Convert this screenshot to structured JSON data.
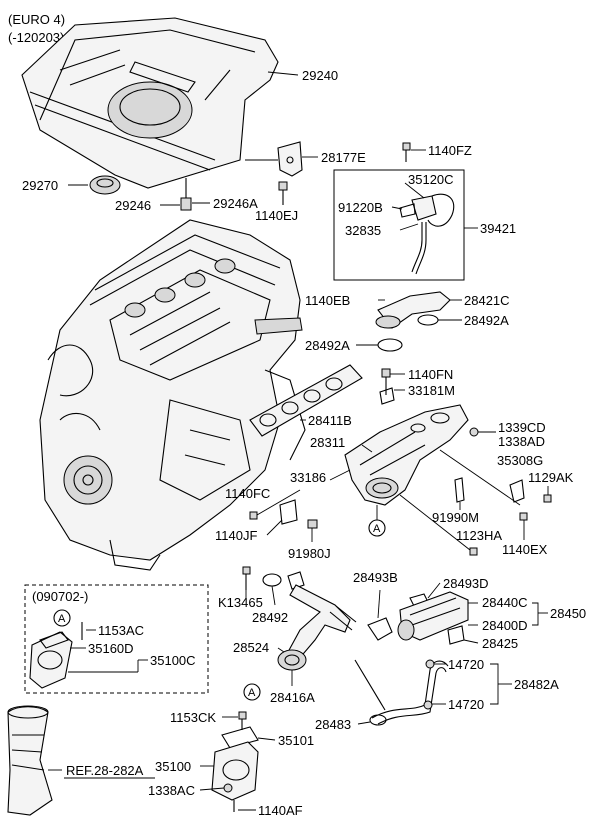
{
  "header": {
    "line1": "(EURO 4)",
    "line2": "(-120203)"
  },
  "inset": {
    "label": "(090702-)"
  },
  "circle_marker": "A",
  "labels": {
    "p29240": "29240",
    "p28177E": "28177E",
    "p1140FZ": "1140FZ",
    "p29270": "29270",
    "p29246": "29246",
    "p29246A": "29246A",
    "p1140EJ": "1140EJ",
    "p35120C": "35120C",
    "p91220B": "91220B",
    "p39421": "39421",
    "p32835": "32835",
    "p1140EB": "1140EB",
    "p28421C": "28421C",
    "p28492A_r": "28492A",
    "p28492A_l": "28492A",
    "p1140FN": "1140FN",
    "p33181M": "33181M",
    "p28411B": "28411B",
    "p1339CD": "1339CD",
    "p1338AD": "1338AD",
    "p28311": "28311",
    "p35308G": "35308G",
    "p33186": "33186",
    "p1129AK": "1129AK",
    "p1140FC": "1140FC",
    "p91990M": "91990M",
    "p1140JF": "1140JF",
    "p1123HA": "1123HA",
    "p1140EX": "1140EX",
    "p91980J": "91980J",
    "p28493B": "28493B",
    "p28493D": "28493D",
    "pK13465": "K13465",
    "p28440C": "28440C",
    "p28450": "28450",
    "p28492": "28492",
    "p28400D": "28400D",
    "p1153AC": "1153AC",
    "p28425": "28425",
    "p35160D": "35160D",
    "p35100C": "35100C",
    "p28524": "28524",
    "p14720_a": "14720",
    "p28482A": "28482A",
    "p28416A": "28416A",
    "p14720_b": "14720",
    "p1153CK": "1153CK",
    "p35101": "35101",
    "p28483": "28483",
    "p35100": "35100",
    "pREF": "REF.28-282A",
    "p1338AC": "1338AC",
    "p1140AF": "1140AF"
  }
}
